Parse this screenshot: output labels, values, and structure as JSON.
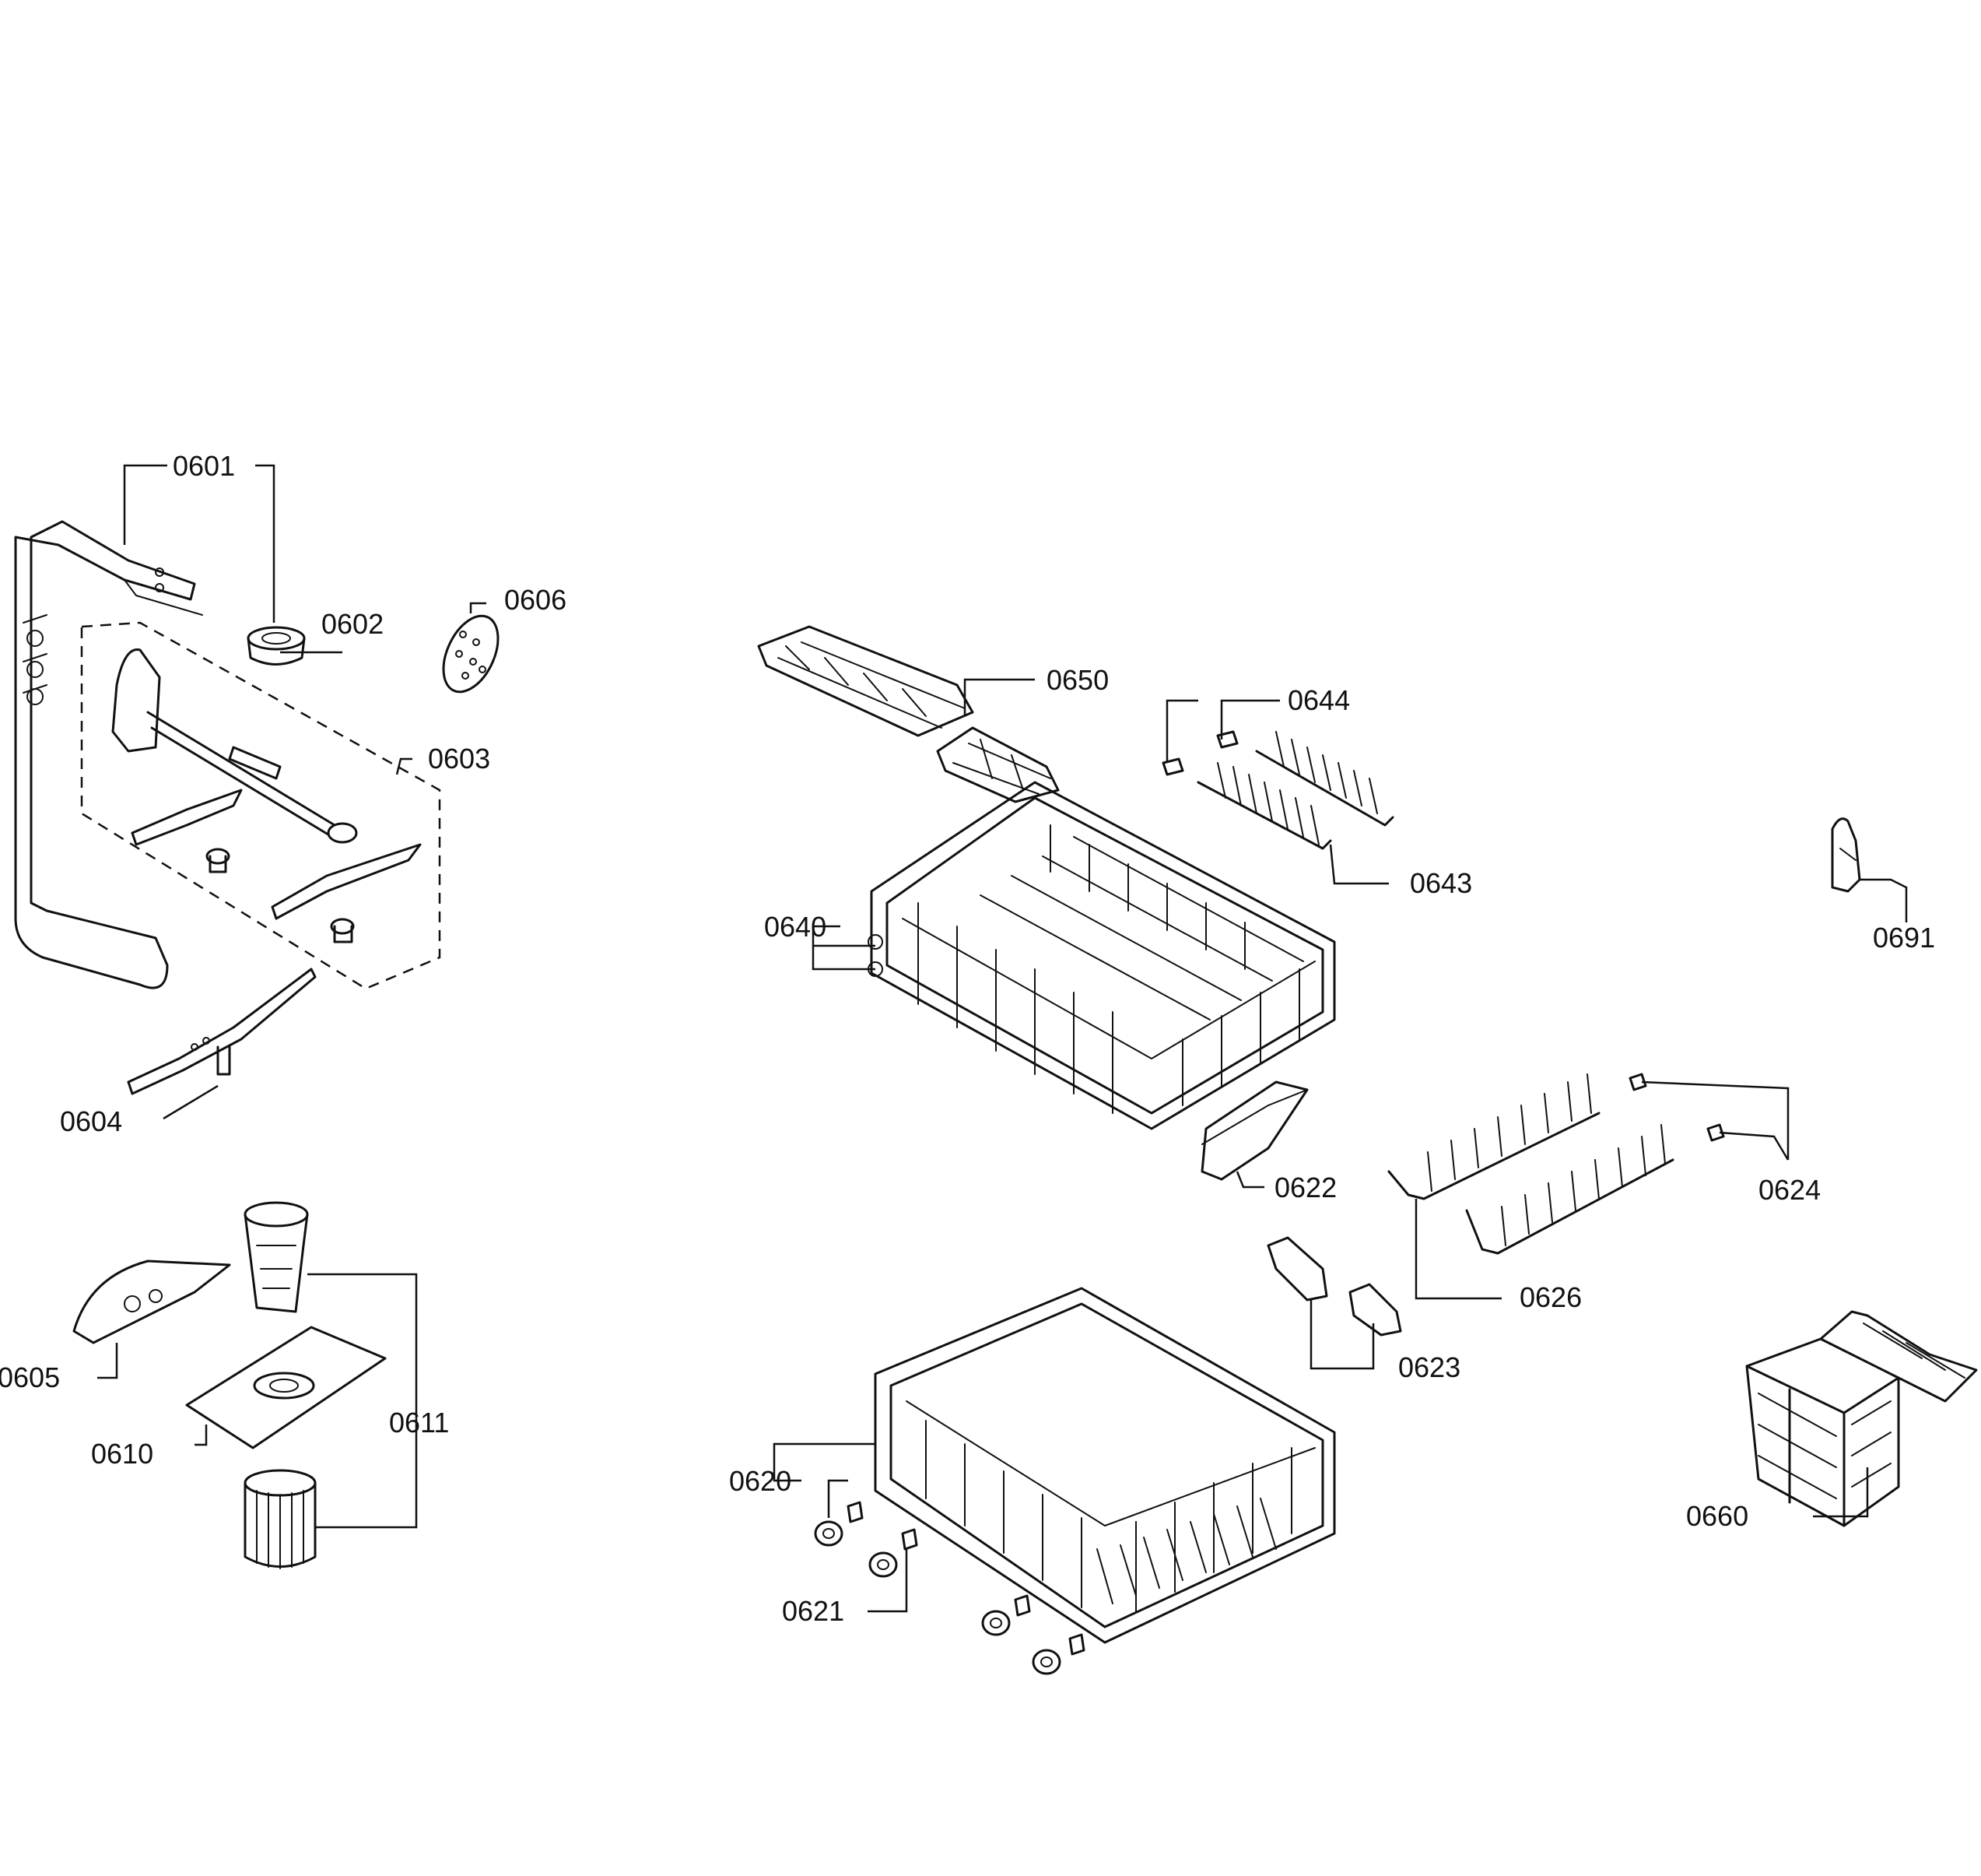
{
  "callouts": [
    {
      "id": "0601",
      "text": "0601"
    },
    {
      "id": "0602",
      "text": "0602"
    },
    {
      "id": "0603",
      "text": "0603"
    },
    {
      "id": "0604",
      "text": "0604"
    },
    {
      "id": "0605",
      "text": "0605"
    },
    {
      "id": "0606",
      "text": "0606"
    },
    {
      "id": "0610",
      "text": "0610"
    },
    {
      "id": "0611",
      "text": "0611"
    },
    {
      "id": "0620",
      "text": "0620"
    },
    {
      "id": "0621",
      "text": "0621"
    },
    {
      "id": "0622",
      "text": "0622"
    },
    {
      "id": "0623",
      "text": "0623"
    },
    {
      "id": "0624",
      "text": "0624"
    },
    {
      "id": "0626",
      "text": "0626"
    },
    {
      "id": "0640",
      "text": "0640"
    },
    {
      "id": "0643",
      "text": "0643"
    },
    {
      "id": "0644",
      "text": "0644"
    },
    {
      "id": "0650",
      "text": "0650"
    },
    {
      "id": "0660",
      "text": "0660"
    },
    {
      "id": "0691",
      "text": "0691"
    }
  ]
}
